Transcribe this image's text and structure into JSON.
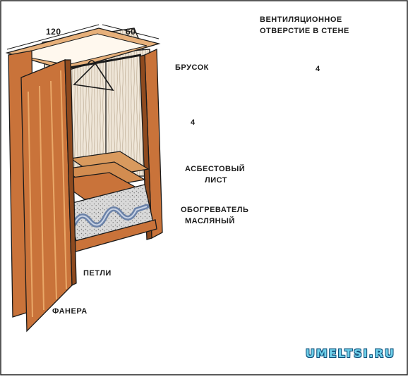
{
  "labels": {
    "dim_width": "120",
    "dim_depth": "60",
    "bar": "БРУСОК",
    "bar_dim": "4",
    "vent_line1": "ВЕНТИЛЯЦИОННОЕ",
    "vent_line2": "ОТВЕРСТИЕ В СТЕНЕ",
    "vent_dim": "4",
    "asbestos_line1": "АСБЕСТОВЫЙ",
    "asbestos_line2": "ЛИСТ",
    "heater_line1": "ОБОГРЕВАТЕЛЬ",
    "heater_line2": "МАСЛЯНЫЙ",
    "hinges": "ПЕТЛИ",
    "plywood": "ФАНЕРА"
  },
  "watermark": "UMELTSI.RU",
  "colors": {
    "wood": "#c9733a",
    "wood_dark": "#8e4a1f",
    "wood_light": "#e8b07a",
    "ink": "#1a1a1a",
    "asbestos": "#cfcfcf",
    "vent": "#5a7fd6",
    "circle": "#6cc08a",
    "watermark": "#6fd0ea"
  }
}
